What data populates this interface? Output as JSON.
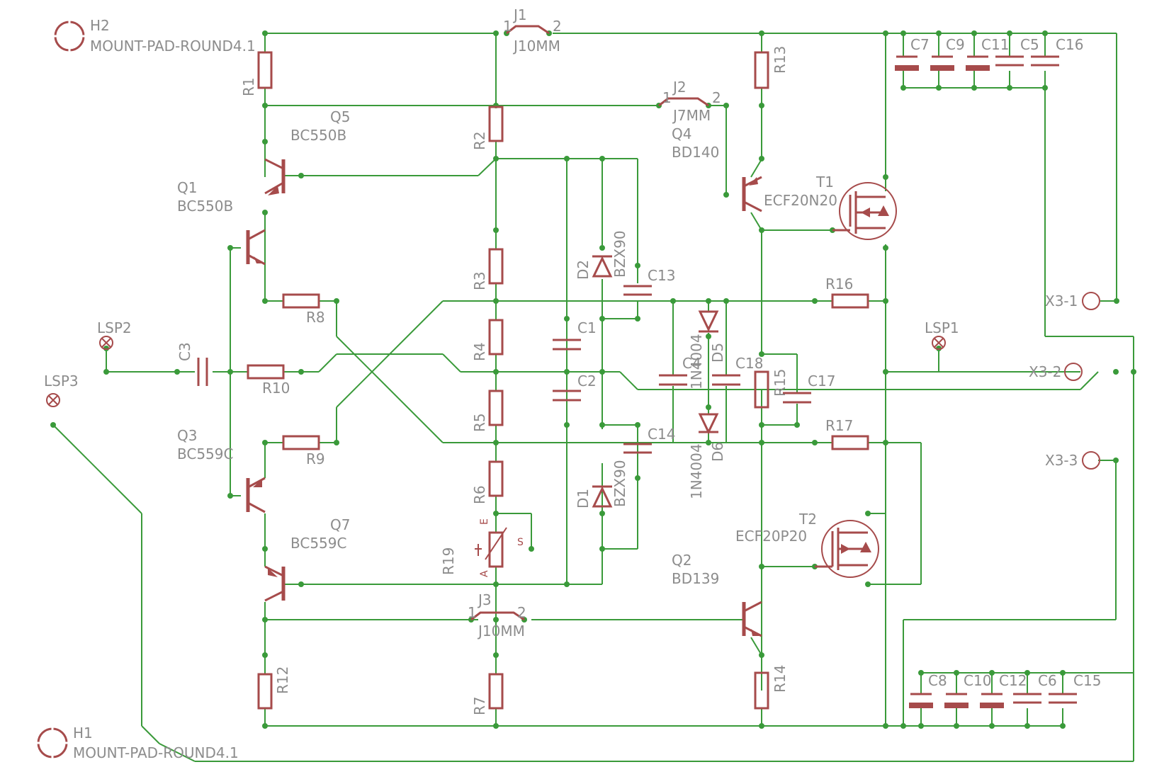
{
  "labels": {
    "H2": "H2",
    "H2_val": "MOUNT-PAD-ROUND4.1",
    "H1": "H1",
    "H1_val": "MOUNT-PAD-ROUND4.1",
    "J1": "J1",
    "J1_val": "J10MM",
    "J2": "J2",
    "J2_val": "J7MM",
    "J3": "J3",
    "J3_val": "J10MM",
    "R1": "R1",
    "R2": "R2",
    "R3": "R3",
    "R4": "R4",
    "R5": "R5",
    "R6": "R6",
    "R7": "R7",
    "R8": "R8",
    "R9": "R9",
    "R10": "R10",
    "R12": "R12",
    "R13": "R13",
    "R14": "R14",
    "R15": "R15",
    "R16": "R16",
    "R17": "R17",
    "R19": "R19",
    "Q5": "Q5",
    "Q5_val": "BC550B",
    "Q1": "Q1",
    "Q1_val": "BC550B",
    "Q3": "Q3",
    "Q3_val": "BC559C",
    "Q7": "Q7",
    "Q7_val": "BC559C",
    "Q4": "Q4",
    "Q4_val": "BD140",
    "Q2": "Q2",
    "Q2_val": "BD139",
    "T1": "T1",
    "T1_val": "ECF20N20",
    "T2": "T2",
    "T2_val": "ECF20P20",
    "D2": "D2",
    "D2_val": "BZX90",
    "D1": "D1",
    "D1_val": "BZX90",
    "D5": "D5",
    "D5_val": "1N4004",
    "D6": "D6",
    "D6_val": "1N4004",
    "C1": "C1",
    "C2": "C2",
    "C3": "C3",
    "C4": "C4",
    "C5": "C5",
    "C6": "C6",
    "C7": "C7",
    "C8": "C8",
    "C9": "C9",
    "C10": "C10",
    "C11": "C11",
    "C12": "C12",
    "C13": "C13",
    "C14": "C14",
    "C15": "C15",
    "C16": "C16",
    "C17": "C17",
    "C18": "C18",
    "LSP1": "LSP1",
    "LSP2": "LSP2",
    "LSP3": "LSP3",
    "X3_1": "X3-1",
    "X3_2": "X3-2",
    "X3_3": "X3-3",
    "pin1": "1",
    "pin2": "2",
    "potE": "E",
    "potS": "S",
    "potA": "A"
  },
  "colors": {
    "wire": "#3a9a3a",
    "part": "#a64b4b",
    "text": "#8c8c8c"
  }
}
